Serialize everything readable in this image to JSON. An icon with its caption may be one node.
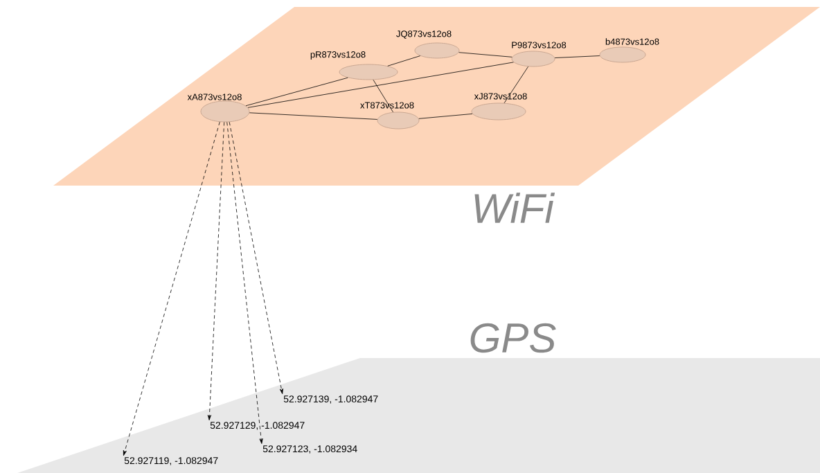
{
  "diagram": {
    "nodes": [
      {
        "text": [
          "WiFi"
        ]
      },
      {
        "text": [
          "xA873vs12o8"
        ],
        "in": 0
      },
      {
        "text": [
          "pR873vs12o8"
        ],
        "in": 0
      },
      {
        "text": [
          "JQ873vs12o8"
        ],
        "in": 0
      },
      {
        "text": [
          "P9873vs12o8"
        ],
        "in": 0
      },
      {
        "text": [
          "b4873vs12o8"
        ],
        "in": 0
      },
      {
        "text": [
          "xT873vs12o8"
        ],
        "in": 0
      },
      {
        "text": [
          "xJ873vs12o8"
        ],
        "in": 0
      },
      {
        "text": [
          "GPS"
        ]
      },
      {
        "text": [
          "52.927139, -1.082947"
        ],
        "in": 8
      },
      {
        "text": [
          "52.927129, -1.082947"
        ],
        "in": 8
      },
      {
        "text": [
          "52.927123, -1.082934"
        ],
        "in": 8
      },
      {
        "text": [
          "52.927119, -1.082947"
        ],
        "in": 8
      }
    ],
    "edges": [
      {
        "from": 1,
        "to": 2,
        "arrow": "none"
      },
      {
        "from": 2,
        "to": 3,
        "arrow": "none"
      },
      {
        "from": 3,
        "to": 4,
        "arrow": "none"
      },
      {
        "from": 4,
        "to": 5,
        "arrow": "none"
      },
      {
        "from": 1,
        "to": 4,
        "arrow": "none"
      },
      {
        "from": 2,
        "to": 6,
        "arrow": "none"
      },
      {
        "from": 1,
        "to": 6,
        "arrow": "none"
      },
      {
        "from": 6,
        "to": 7,
        "arrow": "none"
      },
      {
        "from": 7,
        "to": 4,
        "arrow": "none"
      },
      {
        "from": 1,
        "to": 9,
        "arrow": "to",
        "style": "dashed"
      },
      {
        "from": 1,
        "to": 10,
        "arrow": "to",
        "style": "dashed"
      },
      {
        "from": 1,
        "to": 11,
        "arrow": "to",
        "style": "dashed"
      },
      {
        "from": 1,
        "to": 12,
        "arrow": "to",
        "style": "dashed"
      }
    ]
  }
}
